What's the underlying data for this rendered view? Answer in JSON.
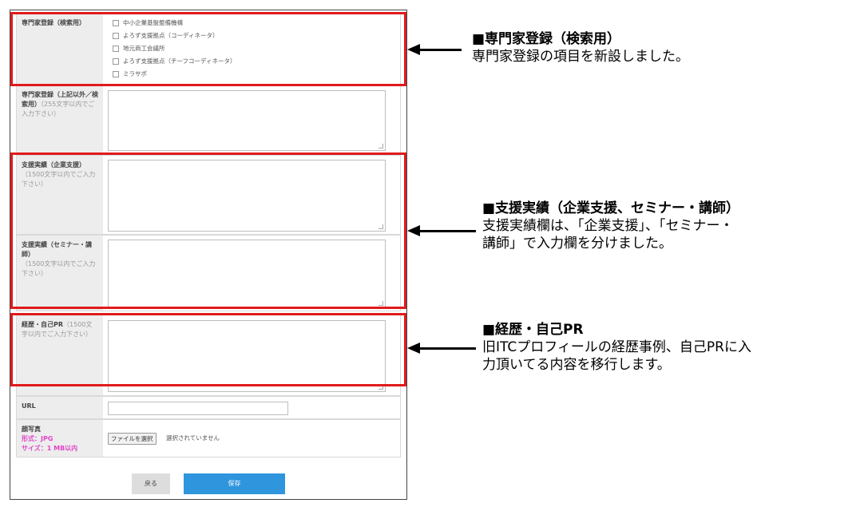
{
  "form": {
    "expert_search": {
      "label": "専門家登録（検索用）",
      "options": [
        "中小企業基盤整備機構",
        "よろず支援拠点（コーディネータ）",
        "地元商工会議所",
        "よろず支援拠点（チーフコーディネータ）",
        "ミラサポ"
      ]
    },
    "expert_other": {
      "label": "専門家登録（上記以外／検索用）",
      "hint": "（255文字以内でご入力下さい）"
    },
    "support_company": {
      "label": "支援実績（企業支援）",
      "hint": "（1500文字以内でご入力下さい）"
    },
    "support_seminar": {
      "label": "支援実績（セミナー・講師）",
      "hint": "（1500文字以内でご入力下さい）"
    },
    "career": {
      "label": "経歴・自己PR",
      "hint": "（1500文字以内でご入力下さい）"
    },
    "url": {
      "label": "URL"
    },
    "photo": {
      "label": "顔写真",
      "format": "形式：JPG",
      "size": "サイズ：1 MB以内",
      "button": "ファイルを選択",
      "status": "選択されていません"
    },
    "back_button": "戻る",
    "save_button": "保存"
  },
  "annotations": [
    {
      "title": "■専門家登録（検索用）",
      "lines": [
        "専門家登録の項目を新設しました。"
      ]
    },
    {
      "title": "■支援実績（企業支援、セミナー・講師）",
      "lines": [
        "支援実績欄は、「企業支援」、「セミナー・",
        "講師」で入力欄を分けました。"
      ]
    },
    {
      "title": "■経歴・自己PR",
      "lines": [
        "旧ITCプロフィールの経歴事例、自己PRに入",
        "力頂いてる内容を移行します。"
      ]
    }
  ],
  "colors": {
    "highlight": "#e01b1b",
    "save": "#2f95dc",
    "pink_note": "#e046c8"
  }
}
